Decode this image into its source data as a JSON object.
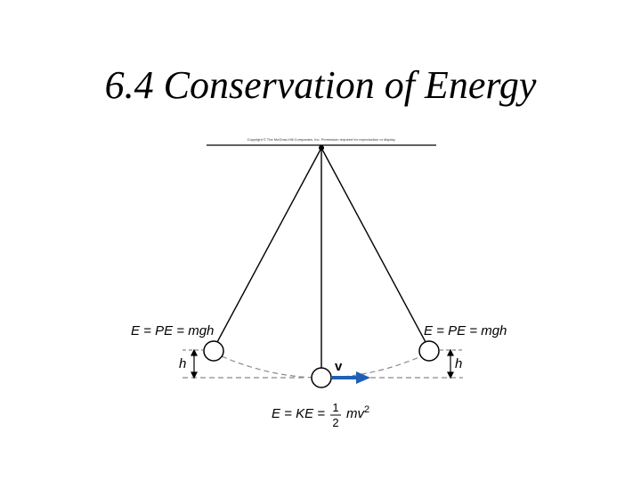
{
  "slide": {
    "title": "6.4 Conservation of Energy"
  },
  "figure": {
    "copyright": "Copyright © The McGraw-Hill Companies, Inc. Permission required for reproduction or display.",
    "left_label": {
      "prefix": "E = PE = ",
      "var": "mgh"
    },
    "right_label": {
      "prefix": "E = PE = ",
      "var": "mgh"
    },
    "height_symbol_left": "h",
    "height_symbol_right": "h",
    "velocity_symbol": "v",
    "bottom_label": {
      "prefix": "E = KE = ",
      "fraction_num": "1",
      "fraction_den": "2",
      "var": "mv",
      "exponent": "2"
    },
    "colors": {
      "line": "#000000",
      "dashed": "#8a8a8a",
      "arrow": "#1f5fb4"
    }
  }
}
